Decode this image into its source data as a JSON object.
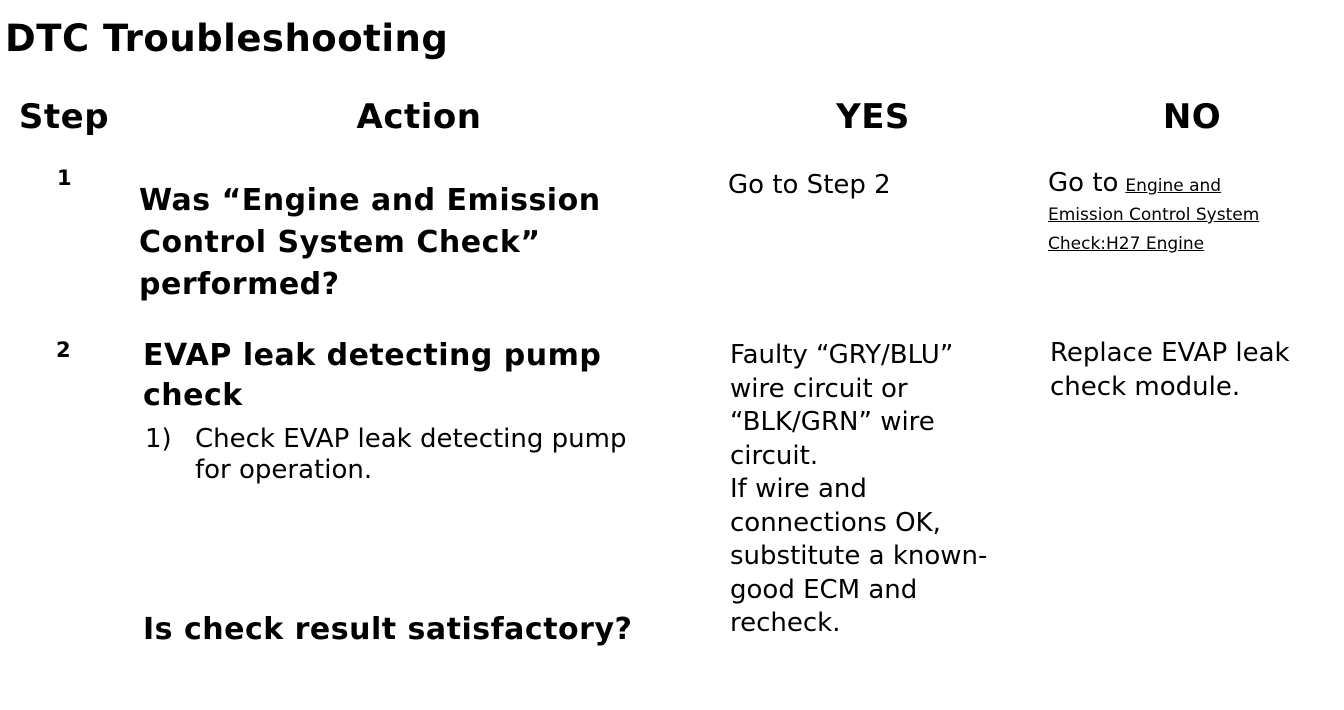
{
  "colors": {
    "text": "#000000",
    "background": "#ffffff",
    "link": "#000000"
  },
  "page_title": "DTC Troubleshooting",
  "table": {
    "headers": {
      "step": "Step",
      "action": "Action",
      "yes": "YES",
      "no": "NO"
    },
    "rows": [
      {
        "step": "1",
        "action_question": "Was “Engine and Emission\nControl System Check”\nperformed?",
        "yes": "Go to Step 2",
        "no_prefix": "Go to",
        "no_link": "Engine and\nEmission Control System\nCheck:H27 Engine"
      },
      {
        "step": "2",
        "action_heading": "EVAP leak detecting pump\ncheck",
        "substep_number": "1)",
        "substep_text": "Check EVAP leak detecting pump\nfor operation.",
        "action_question": "Is check result satisfactory?",
        "yes": "Faulty “GRY/BLU”\nwire circuit or\n“BLK/GRN” wire\ncircuit.\nIf wire and\nconnections OK,\nsubstitute a known-\ngood ECM and\nrecheck.",
        "no": "Replace EVAP leak\ncheck module."
      }
    ]
  }
}
